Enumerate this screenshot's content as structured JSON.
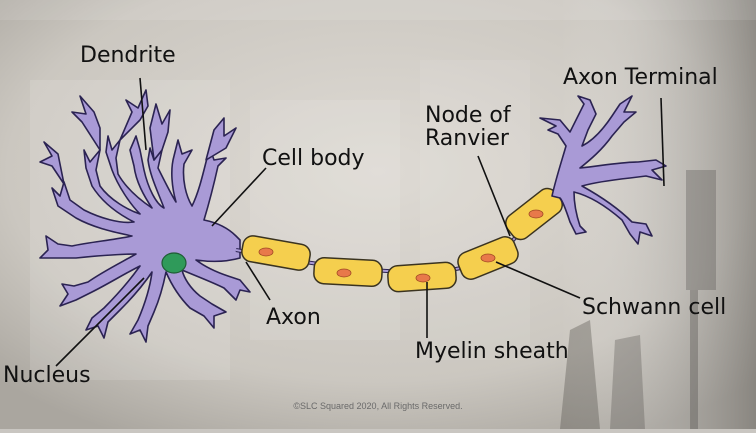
{
  "labels": {
    "dendrite": "Dendrite",
    "cell_body": "Cell body",
    "axon": "Axon",
    "nucleus": "Nucleus",
    "myelin_sheath": "Myelin sheath",
    "node_of_ranvier": "Node of\nRanvier",
    "axon_terminal": "Axon Terminal",
    "schwann_cell": "Schwann cell"
  },
  "copyright": "©SLC Squared 2020, All Rights Reserved.",
  "colors": {
    "neuron": "#a99ad6",
    "neuron_outline": "#2b2352",
    "nucleus": "#2f9a5a",
    "schwann": "#f5cf4e",
    "schwann_outline": "#3a3320",
    "schwann_nucleus": "#e8794a",
    "leader_line": "#111111"
  }
}
